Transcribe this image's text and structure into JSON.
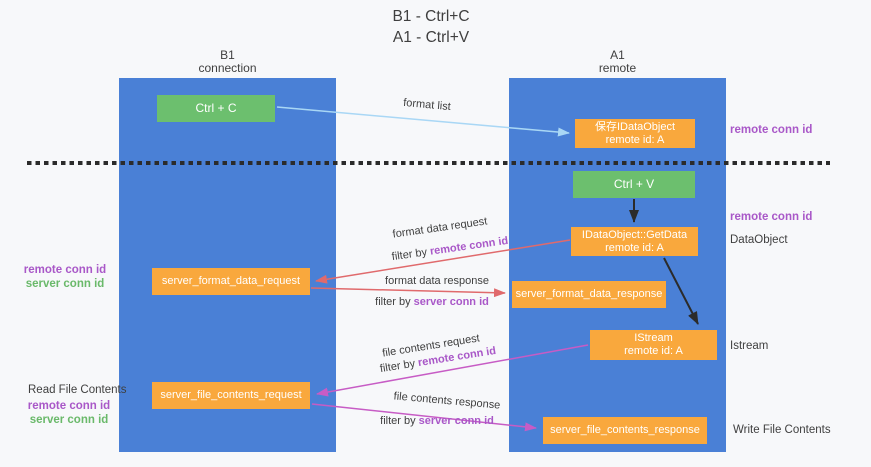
{
  "title": {
    "line1": "B1 - Ctrl+C",
    "line2": "A1 - Ctrl+V"
  },
  "columns": {
    "left": {
      "name": "B1",
      "role": "connection"
    },
    "right": {
      "name": "A1",
      "role": "remote"
    }
  },
  "nodes": {
    "ctrl_c": {
      "label": "Ctrl + C"
    },
    "save_dataobject": {
      "line1": "保存IDataObject",
      "line2": "remote id: A"
    },
    "ctrl_v": {
      "label": "Ctrl + V"
    },
    "getdata": {
      "line1": "IDataObject::GetData",
      "line2": "remote id: A"
    },
    "istream": {
      "line1": "IStream",
      "line2": "remote id: A"
    },
    "server_format_data_request": {
      "label": "server_format_data_request"
    },
    "server_format_data_response": {
      "label": "server_format_data_response"
    },
    "server_file_contents_request": {
      "label": "server_file_contents_request"
    },
    "server_file_contents_response": {
      "label": "server_file_contents_response"
    }
  },
  "arrow_labels": {
    "format_list": "format list",
    "format_data_request": "format data request",
    "format_data_response": "format data response",
    "file_contents_request": "file contents request",
    "file_contents_response": "file contents response",
    "filter_by": "filter by ",
    "remote_conn_id": "remote conn id",
    "server_conn_id": "server conn id"
  },
  "side_labels": {
    "remote_conn_id": "remote conn id",
    "server_conn_id": "server conn id",
    "dataobject": "DataObject",
    "istream": "Istream",
    "read_file_contents": "Read File Contents",
    "write_file_contents": "Write File Contents"
  },
  "colors": {
    "background": "#f7f8fa",
    "column_blue": "#4a80d6",
    "box_orange": "#f9a83d",
    "box_green": "#6cbf6e",
    "arrow_red": "#e06a6c",
    "arrow_magenta": "#c75cc5",
    "arrow_lightblue": "#a9d7f5",
    "arrow_black": "#2b2b2b",
    "label_purple": "#a958c8",
    "label_green": "#6ab96a",
    "text_dark": "#3f3f3f"
  }
}
